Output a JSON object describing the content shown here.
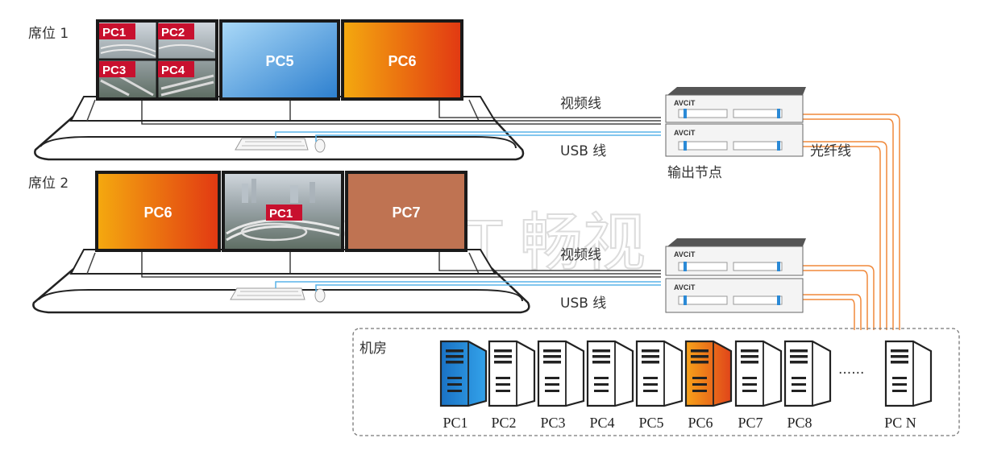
{
  "seats": [
    {
      "label": "席位 1",
      "screens": [
        "",
        "PC5",
        "PC6"
      ],
      "tiles": [
        "PC1",
        "PC2",
        "PC3",
        "PC4"
      ]
    },
    {
      "label": "席位 2",
      "screens": [
        "PC6",
        "PC1",
        "PC7"
      ]
    }
  ],
  "cable_labels": {
    "video": "视频线",
    "usb": "USB 线",
    "fiber": "光纤线"
  },
  "node_label": "输出节点",
  "node_brand": "AVCiT",
  "room_label": "机房",
  "ellipsis": "......",
  "watermark": "AVCiT 畅视",
  "computers": [
    "PC1",
    "PC2",
    "PC3",
    "PC4",
    "PC5",
    "PC6",
    "PC7",
    "PC8",
    "PC N"
  ],
  "colors": {
    "blue": "#2b8ad6",
    "orange": "#e8650f",
    "brown": "#bf7352",
    "fiber": "#f0883a",
    "usb": "#58b4e8",
    "tag": "#c8102e"
  }
}
